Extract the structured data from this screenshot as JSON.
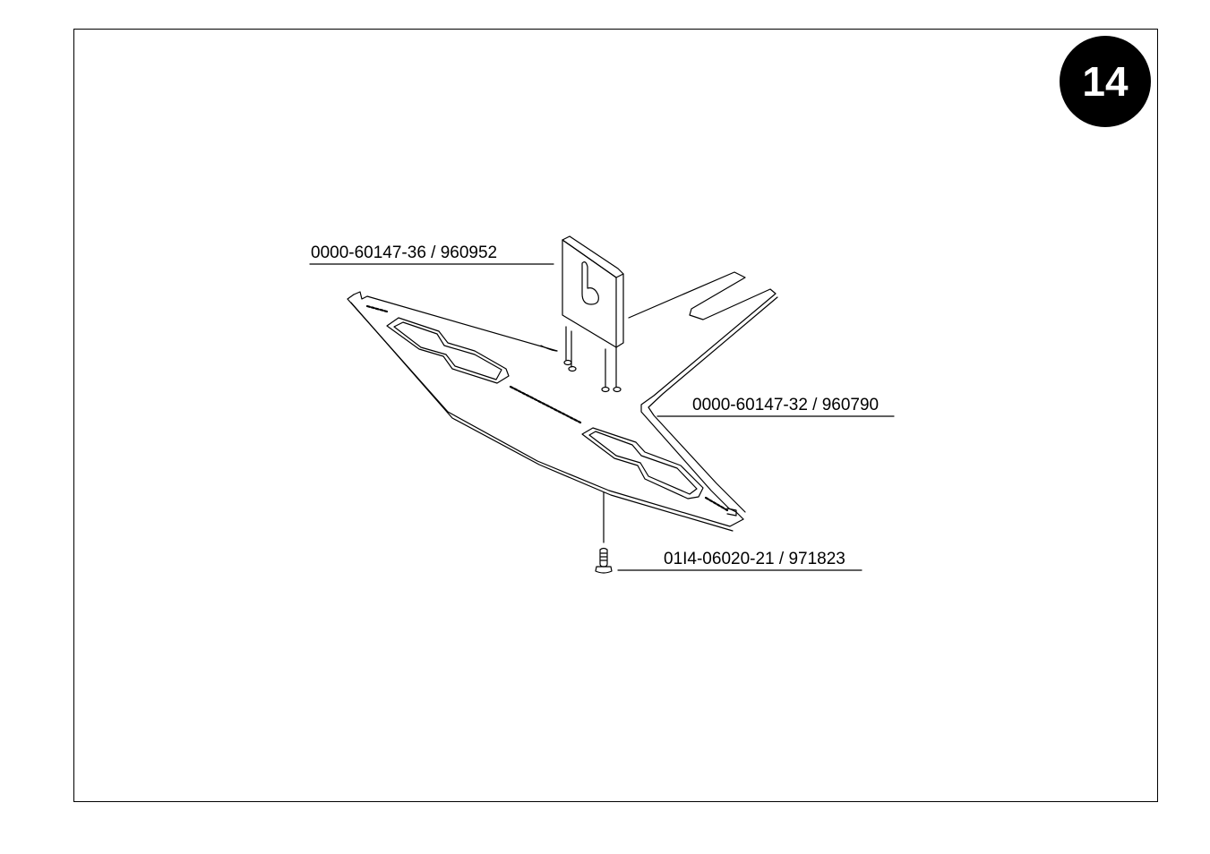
{
  "page": {
    "step_number": "14"
  },
  "parts": [
    {
      "part_label": "0000-60147-36 / 960952"
    },
    {
      "part_label": "0000-60147-32 / 960790"
    },
    {
      "part_label": "01I4-06020-21 / 971823"
    }
  ],
  "colors": {
    "line": "#000000",
    "background": "#ffffff",
    "badge_fill": "#000000",
    "badge_text": "#ffffff"
  }
}
